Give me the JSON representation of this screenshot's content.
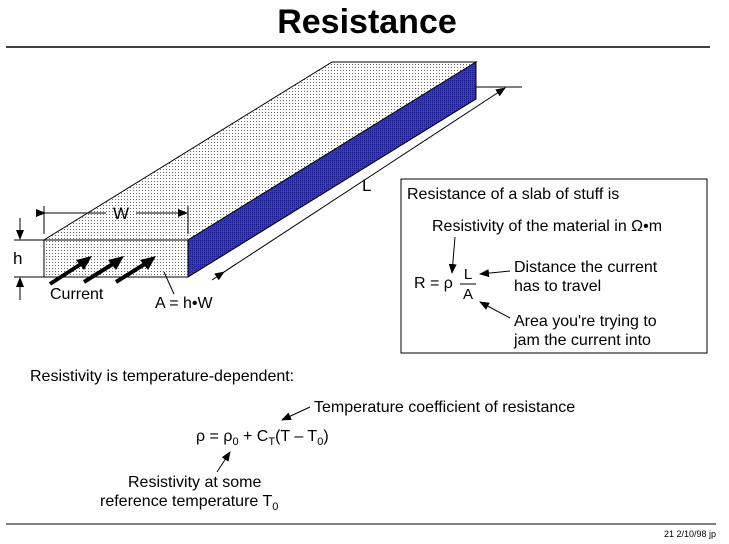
{
  "title": "Resistance",
  "slab": {
    "length_label": "L",
    "width_label": "W",
    "height_label": "h",
    "current_label": "Current",
    "area_label": "A = h•W"
  },
  "box": {
    "heading": "Resistance of a slab of stuff is",
    "resistivity_note": "Resistivity of the material in Ω•m",
    "formula_lhs": "R = ρ",
    "numerator": "L",
    "denominator": "A",
    "distance_line1": "Distance the current",
    "distance_line2": "has to travel",
    "area_line1": "Area you're trying to",
    "area_line2": "jam the current into"
  },
  "temperature": {
    "statement": "Resistivity is temperature-dependent:",
    "coefficient_note": "Temperature coefficient of resistance",
    "eq_rho": "ρ = ρ",
    "eq_sub0": "0",
    "eq_plus_c": " + C",
    "eq_sub_t": "T",
    "eq_paren": "(T – T",
    "eq_sub0b": "0",
    "eq_close": ")",
    "ref_line1": "Resistivity at some",
    "ref_line2": "reference temperature T",
    "ref_sub0": "0"
  },
  "footer": "21  2/10/98  jp",
  "colors": {
    "side_face": "#3333cc",
    "ink": "#000000"
  }
}
